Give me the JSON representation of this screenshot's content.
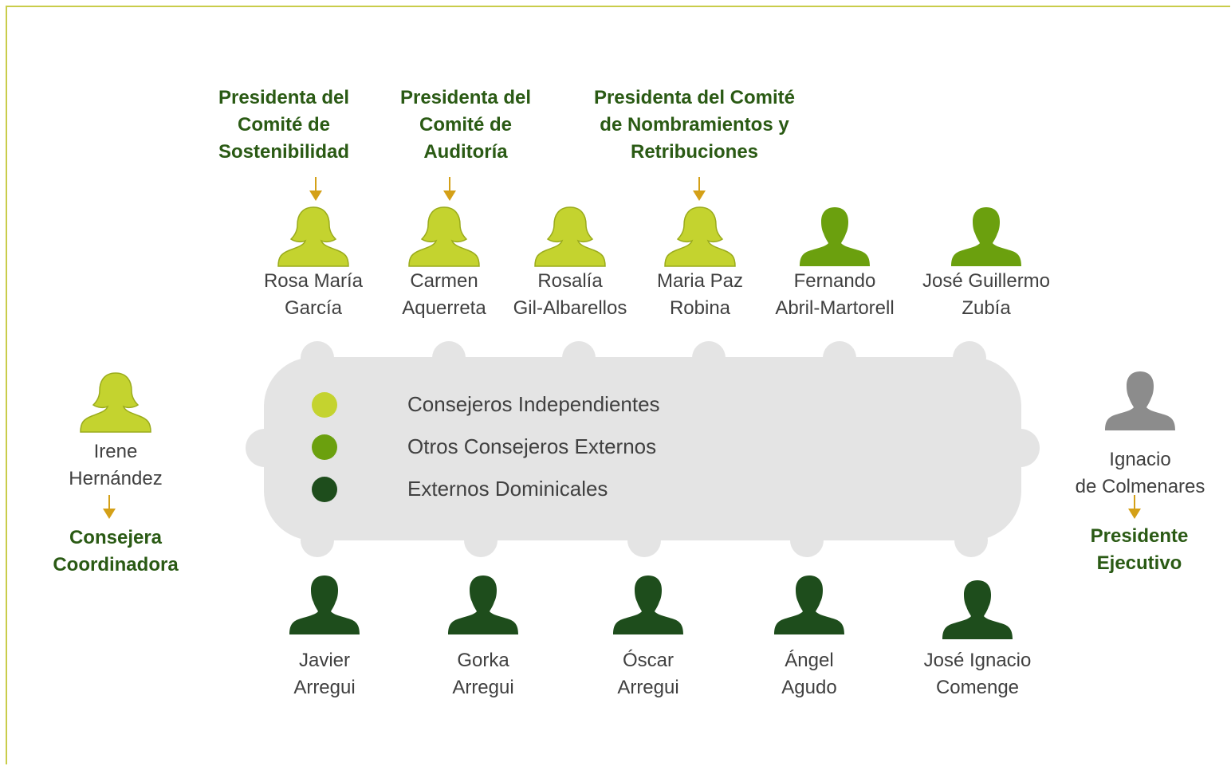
{
  "colors": {
    "independent": "#c4d32f",
    "other_external": "#6ba00e",
    "dominical": "#1e4d1c",
    "executive": "#8c8c8c",
    "table": "#e4e4e4",
    "role_text": "#2a5a14",
    "arrow": "#d4a017",
    "frame": "#c9cc4a"
  },
  "roles": {
    "sostenibilidad": "Presidenta del\nComité de\nSostenibilidad",
    "auditoria": "Presidenta del\nComité de\nAuditoría",
    "nombramientos": "Presidenta del Comité\nde Nombramientos y\nRetribuciones",
    "coordinadora": "Consejera\nCoordinadora",
    "ejecutivo": "Presidente\nEjecutivo"
  },
  "legend": [
    {
      "label": "Consejeros Independientes",
      "color": "#c4d32f"
    },
    {
      "label": "Otros Consejeros Externos",
      "color": "#6ba00e"
    },
    {
      "label": "Externos Dominicales",
      "color": "#1e4d1c"
    }
  ],
  "top_members": [
    {
      "name": "Rosa María\nGarcía",
      "gender": "female",
      "category": "independent"
    },
    {
      "name": "Carmen\nAquerreta",
      "gender": "female",
      "category": "independent"
    },
    {
      "name": "Rosalía\nGil-Albarellos",
      "gender": "female",
      "category": "independent"
    },
    {
      "name": "Maria Paz\nRobina",
      "gender": "female",
      "category": "independent"
    },
    {
      "name": "Fernando\nAbril-Martorell",
      "gender": "male",
      "category": "other_external"
    },
    {
      "name": "José Guillermo\nZubía",
      "gender": "male",
      "category": "other_external"
    }
  ],
  "bottom_members": [
    {
      "name": "Javier\nArregui",
      "gender": "male",
      "category": "dominical"
    },
    {
      "name": "Gorka\nArregui",
      "gender": "male",
      "category": "dominical"
    },
    {
      "name": "Óscar\nArregui",
      "gender": "male",
      "category": "dominical"
    },
    {
      "name": "Ángel\nAgudo",
      "gender": "male",
      "category": "dominical"
    },
    {
      "name": "José Ignacio\nComenge",
      "gender": "male",
      "category": "dominical"
    }
  ],
  "left_member": {
    "name": "Irene\nHernández",
    "gender": "female",
    "category": "independent"
  },
  "right_member": {
    "name": "Ignacio\nde Colmenares",
    "gender": "male",
    "category": "executive"
  }
}
